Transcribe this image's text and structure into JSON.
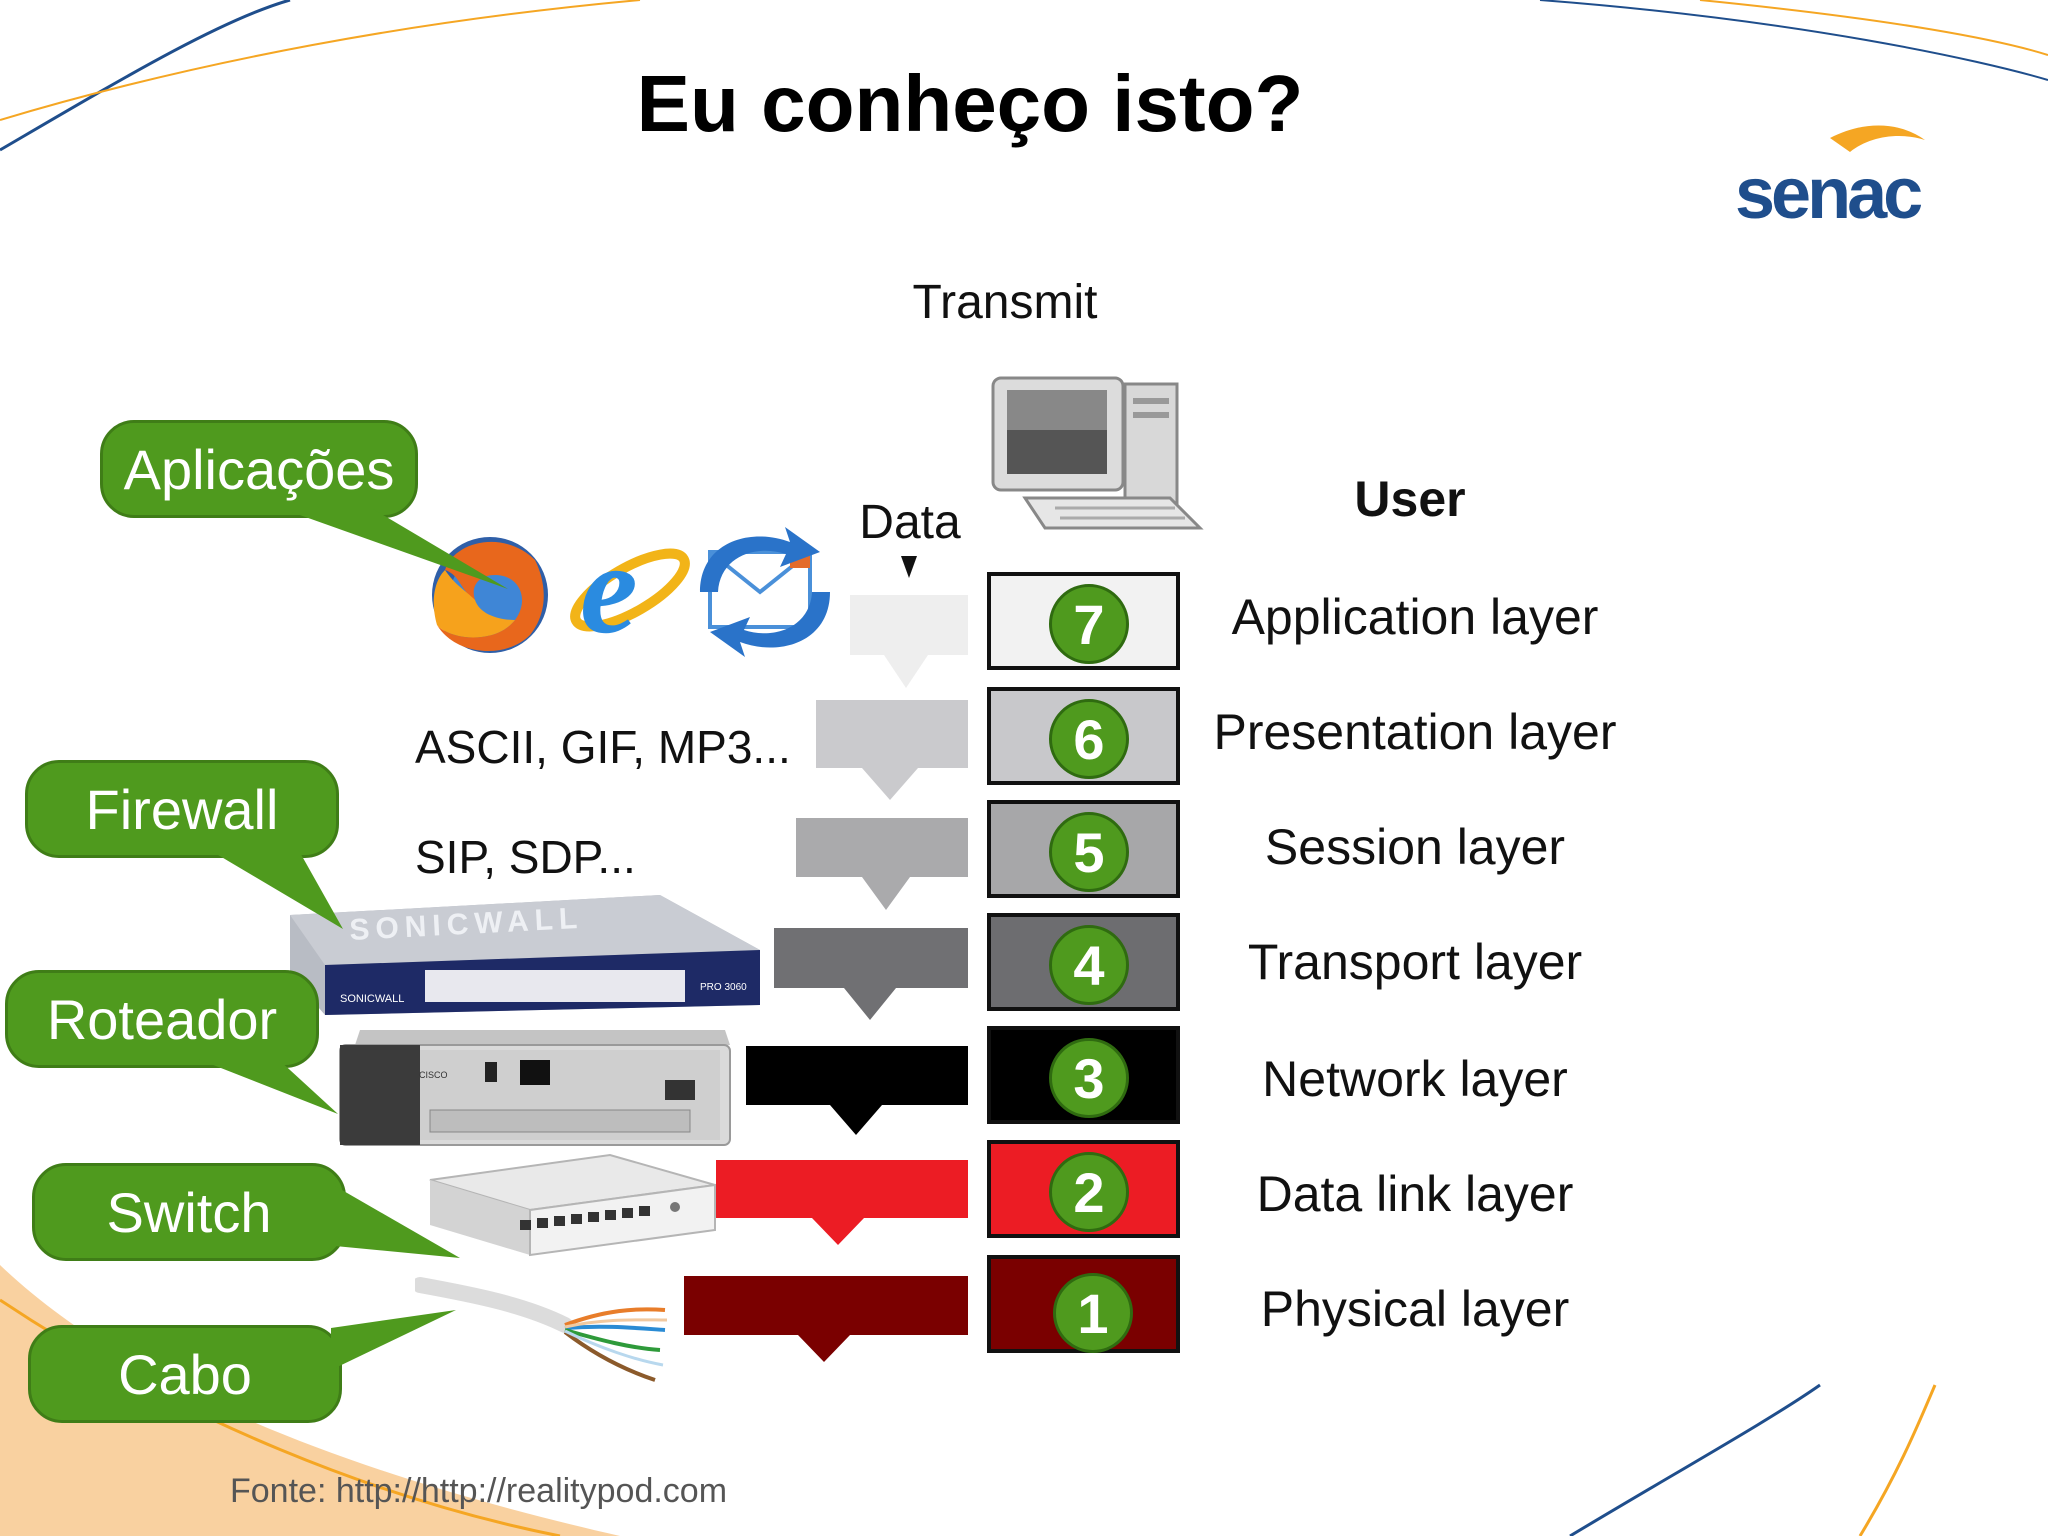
{
  "slide": {
    "title": "Eu conheço isto?",
    "footer": "Fonte: http://http://realitypod.com"
  },
  "logo": {
    "name": "senac",
    "colors": {
      "blue": "#1f4e8c",
      "orange": "#f5a623"
    }
  },
  "diagram": {
    "transmit_label": "Transmit",
    "data_label": "Data",
    "user_label": "User",
    "layers": [
      {
        "number": "7",
        "name": "Application layer",
        "color": "#f2f2f2",
        "arrow_color": "#eeeeee"
      },
      {
        "number": "6",
        "name": "Presentation layer",
        "color": "#c8c8cb",
        "arrow_color": "#cacacd"
      },
      {
        "number": "5",
        "name": "Session layer",
        "color": "#a7a7a9",
        "arrow_color": "#aaaaac"
      },
      {
        "number": "4",
        "name": "Transport layer",
        "color": "#6d6d70",
        "arrow_color": "#707073"
      },
      {
        "number": "3",
        "name": "Network layer",
        "color": "#000000",
        "arrow_color": "#000000"
      },
      {
        "number": "2",
        "name": "Data link layer",
        "color": "#ec1c24",
        "arrow_color": "#ec1c24"
      },
      {
        "number": "1",
        "name": "Physical layer",
        "color": "#7a0000",
        "arrow_color": "#7a0000"
      }
    ],
    "protocols": [
      {
        "layer": "6",
        "text": "ASCII, GIF, MP3..."
      },
      {
        "layer": "5",
        "text": "SIP, SDP..."
      }
    ]
  },
  "callouts": [
    {
      "id": "aplicacoes",
      "text": "Aplicações"
    },
    {
      "id": "firewall",
      "text": "Firewall"
    },
    {
      "id": "roteador",
      "text": "Roteador"
    },
    {
      "id": "switch",
      "text": "Switch"
    },
    {
      "id": "cabo",
      "text": "Cabo"
    }
  ],
  "devices": {
    "firewall_brand": "SONICWALL",
    "firewall_model": "PRO 3060",
    "router_brand": "CISCO"
  },
  "icons": [
    "computer-icon",
    "firefox-icon",
    "internet-explorer-icon",
    "outlook-express-icon",
    "firewall-device",
    "router-device",
    "switch-device",
    "cable-icon"
  ]
}
